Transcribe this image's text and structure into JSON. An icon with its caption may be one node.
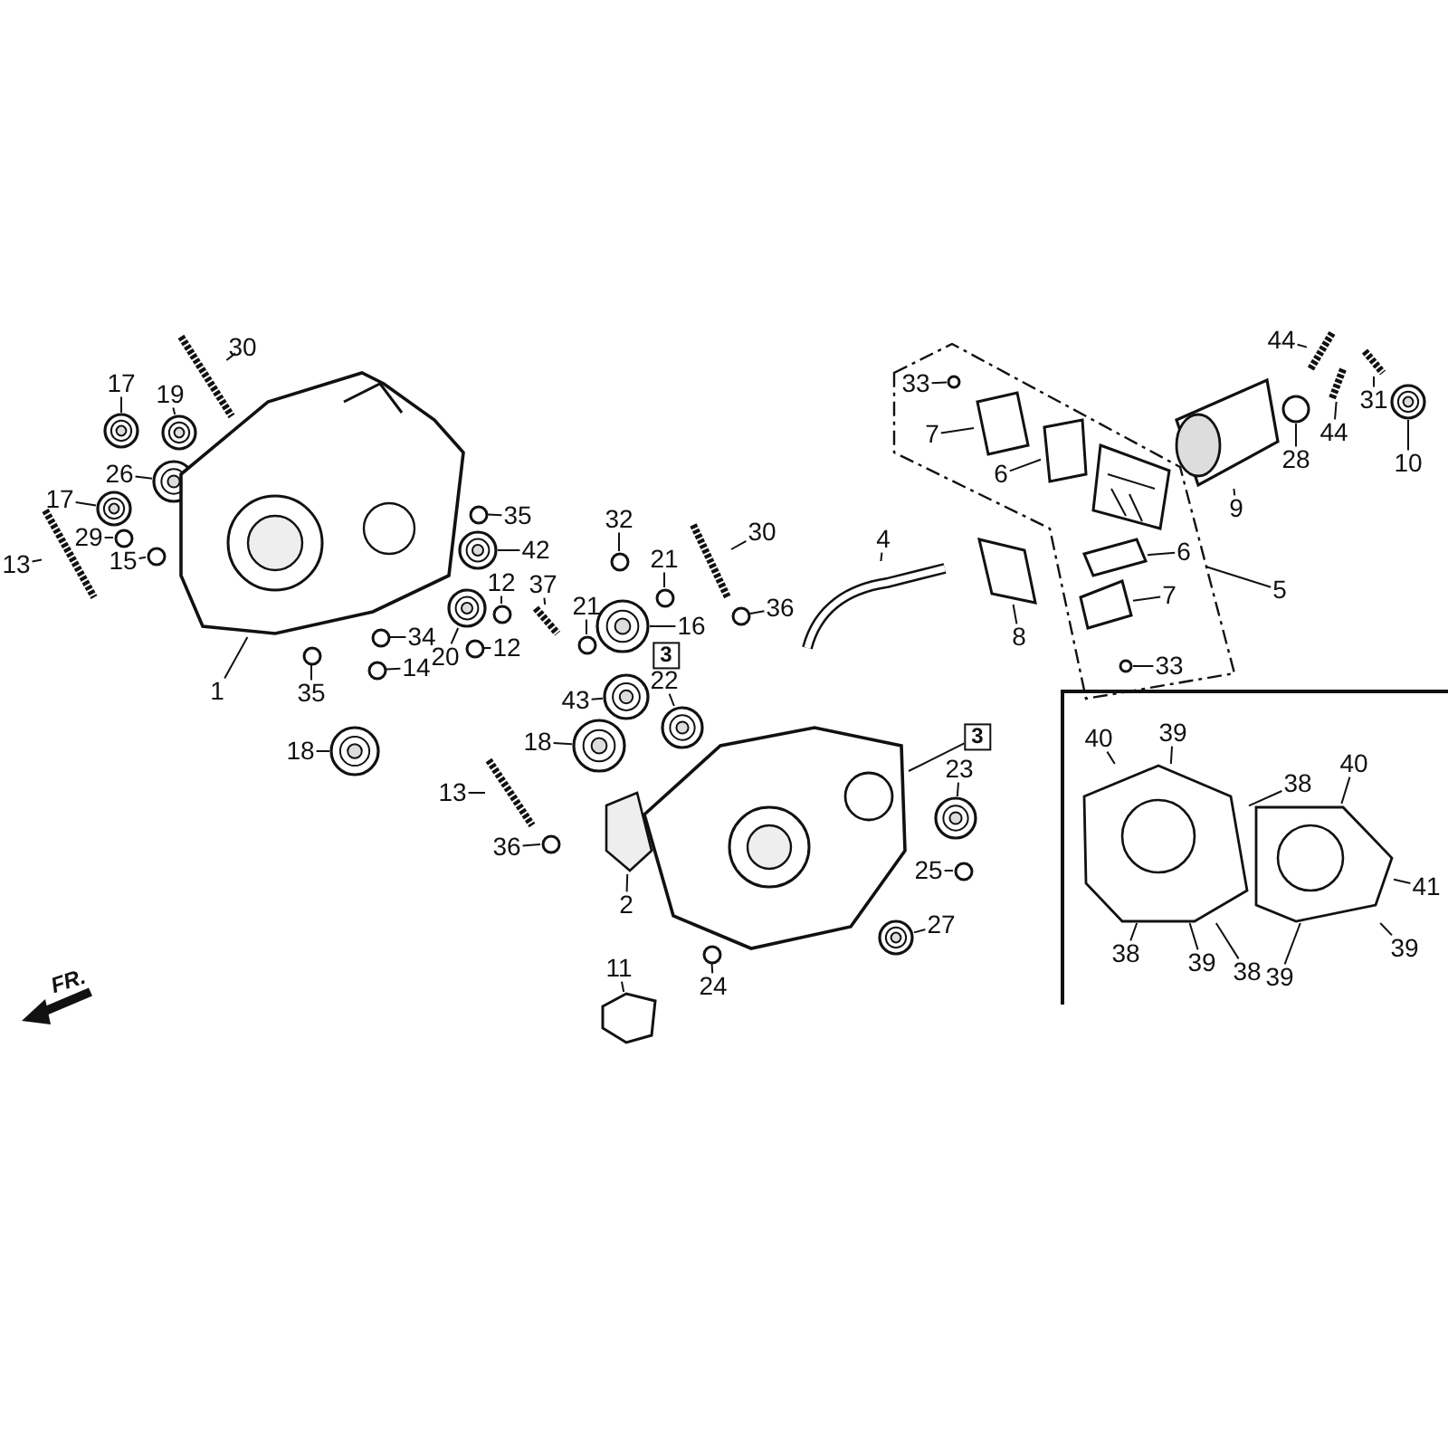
{
  "diagram": {
    "nodes": [
      {
        "text": [
          "30"
        ]
      },
      {
        "text": [
          "17"
        ]
      },
      {
        "text": [
          "19"
        ]
      },
      {
        "text": [
          "26"
        ]
      },
      {
        "text": [
          "17"
        ]
      },
      {
        "text": [
          "29"
        ]
      },
      {
        "text": [
          "15"
        ]
      },
      {
        "text": [
          "13"
        ]
      },
      {
        "text": [
          "35"
        ]
      },
      {
        "text": [
          "42"
        ]
      },
      {
        "text": [
          "12"
        ]
      },
      {
        "text": [
          "37"
        ]
      },
      {
        "text": [
          "34"
        ]
      },
      {
        "text": [
          "12"
        ]
      },
      {
        "text": [
          "20"
        ]
      },
      {
        "text": [
          "14"
        ]
      },
      {
        "text": [
          "35"
        ]
      },
      {
        "text": [
          "1"
        ]
      },
      {
        "text": [
          "18"
        ]
      },
      {
        "text": [
          "32"
        ]
      },
      {
        "text": [
          "21"
        ]
      },
      {
        "text": [
          "30"
        ]
      },
      {
        "text": [
          "4"
        ]
      },
      {
        "text": [
          "21"
        ]
      },
      {
        "text": [
          "36"
        ]
      },
      {
        "text": [
          "16"
        ]
      },
      {
        "text": [
          "3"
        ]
      },
      {
        "text": [
          "22"
        ]
      },
      {
        "text": [
          "43"
        ]
      },
      {
        "text": [
          "18"
        ]
      },
      {
        "text": [
          "3"
        ]
      },
      {
        "text": [
          "13"
        ]
      },
      {
        "text": [
          "36"
        ]
      },
      {
        "text": [
          "23"
        ]
      },
      {
        "text": [
          "2"
        ]
      },
      {
        "text": [
          "25"
        ]
      },
      {
        "text": [
          "27"
        ]
      },
      {
        "text": [
          "11"
        ]
      },
      {
        "text": [
          "24"
        ]
      },
      {
        "text": [],
        "shape": "box"
      },
      {
        "text": [
          "44"
        ]
      },
      {
        "text": [
          "33"
        ],
        "in": 39
      },
      {
        "text": [
          "44"
        ]
      },
      {
        "text": [
          "31"
        ]
      },
      {
        "text": [
          "7"
        ],
        "in": 39
      },
      {
        "text": [
          "28"
        ]
      },
      {
        "text": [
          "10"
        ]
      },
      {
        "text": [
          "6"
        ],
        "in": 39
      },
      {
        "text": [
          "9"
        ]
      },
      {
        "text": [
          "6"
        ],
        "in": 39
      },
      {
        "text": [
          "7"
        ],
        "in": 39
      },
      {
        "text": [
          "5"
        ]
      },
      {
        "text": [
          "8"
        ]
      },
      {
        "text": [
          "33"
        ],
        "in": 39
      },
      {
        "text": [
          "40"
        ]
      },
      {
        "text": [
          "39"
        ]
      },
      {
        "text": [
          "38"
        ]
      },
      {
        "text": [
          "40"
        ]
      },
      {
        "text": [
          "41"
        ]
      },
      {
        "text": [
          "38"
        ]
      },
      {
        "text": [
          "39"
        ]
      },
      {
        "text": [
          "38"
        ]
      },
      {
        "text": [
          "39"
        ]
      },
      {
        "text": [
          "39"
        ]
      },
      {
        "text": [],
        "shape": "bar"
      },
      {
        "text": [],
        "shape": "circle"
      },
      {
        "text": [],
        "shape": "circle"
      },
      {
        "text": [],
        "shape": "circle"
      },
      {
        "text": [],
        "shape": "circle"
      },
      {
        "text": [],
        "shape": "circle"
      },
      {
        "text": [],
        "shape": "circle"
      },
      {
        "text": [],
        "shape": "bar"
      },
      {
        "text": [],
        "shape": "circle"
      },
      {
        "text": [],
        "shape": "circle"
      },
      {
        "text": [],
        "shape": "circle"
      },
      {
        "text": [],
        "shape": "bar"
      },
      {
        "text": [],
        "shape": "circle"
      },
      {
        "text": [],
        "shape": "circle"
      },
      {
        "text": [],
        "shape": "circle"
      },
      {
        "text": [],
        "shape": "circle"
      },
      {
        "text": [],
        "shape": "circle"
      },
      {
        "text": [],
        "shape": "picture"
      },
      {
        "text": [],
        "shape": "circle"
      },
      {
        "text": [],
        "shape": "circle"
      },
      {
        "text": [],
        "shape": "circle"
      },
      {
        "text": [],
        "shape": "bar"
      },
      {
        "text": [],
        "shape": "picture"
      },
      {
        "text": [],
        "shape": "circle"
      },
      {
        "text": [],
        "shape": "circle"
      },
      {
        "text": [],
        "shape": "circle"
      },
      {
        "text": [],
        "shape": "circle"
      },
      {
        "text": [],
        "shape": "circle"
      },
      {
        "text": [],
        "shape": "circle"
      },
      {
        "text": [],
        "shape": "picture"
      },
      {
        "text": [],
        "shape": "bar"
      },
      {
        "text": [],
        "shape": "circle"
      },
      {
        "text": [],
        "shape": "circle"
      },
      {
        "text": [],
        "shape": "picture"
      },
      {
        "text": [],
        "shape": "circle"
      },
      {
        "text": [],
        "shape": "circle"
      },
      {
        "text": [],
        "shape": "box"
      },
      {
        "text": [],
        "shape": "circle"
      },
      {
        "text": [],
        "shape": "bar"
      },
      {
        "text": [],
        "shape": "circle",
        "in": 39
      },
      {
        "text": [],
        "shape": "bar"
      },
      {
        "text": [],
        "shape": "bar"
      },
      {
        "text": [],
        "shape": "box",
        "in": 39
      },
      {
        "text": [],
        "shape": "circle"
      },
      {
        "text": [],
        "shape": "circle"
      },
      {
        "text": [],
        "shape": "box",
        "in": 39
      },
      {
        "text": [],
        "shape": "picture"
      },
      {
        "text": [],
        "shape": "box",
        "in": 39
      },
      {
        "text": [],
        "shape": "box",
        "in": 39
      },
      {
        "text": [],
        "shape": "box"
      },
      {
        "text": [],
        "shape": "circle",
        "in": 39
      },
      {
        "text": [],
        "shape": "picture"
      },
      {
        "text": [],
        "shape": "picture"
      }
    ],
    "edges": [
      {
        "from": 0,
        "to": 64,
        "arrow": "none"
      },
      {
        "from": 1,
        "to": 65,
        "arrow": "none"
      },
      {
        "from": 2,
        "to": 66,
        "arrow": "none"
      },
      {
        "from": 3,
        "to": 67,
        "arrow": "none"
      },
      {
        "from": 4,
        "to": 68,
        "arrow": "none"
      },
      {
        "from": 5,
        "to": 69,
        "arrow": "none"
      },
      {
        "from": 6,
        "to": 70,
        "arrow": "none"
      },
      {
        "from": 7,
        "to": 71,
        "arrow": "none"
      },
      {
        "from": 8,
        "to": 72,
        "arrow": "none"
      },
      {
        "from": 9,
        "to": 73,
        "arrow": "none"
      },
      {
        "from": 10,
        "to": 74,
        "arrow": "none"
      },
      {
        "from": 11,
        "to": 75,
        "arrow": "none"
      },
      {
        "from": 12,
        "to": 76,
        "arrow": "none"
      },
      {
        "from": 13,
        "to": 77,
        "arrow": "none"
      },
      {
        "from": 14,
        "to": 78,
        "arrow": "none"
      },
      {
        "from": 15,
        "to": 79,
        "arrow": "none"
      },
      {
        "from": 16,
        "to": 80,
        "arrow": "none"
      },
      {
        "from": 17,
        "to": 81,
        "arrow": "none"
      },
      {
        "from": 18,
        "to": 82,
        "arrow": "none"
      },
      {
        "from": 19,
        "to": 83,
        "arrow": "none"
      },
      {
        "from": 20,
        "to": 84,
        "arrow": "none"
      },
      {
        "from": 21,
        "to": 85,
        "arrow": "none"
      },
      {
        "from": 22,
        "to": 86,
        "arrow": "none"
      },
      {
        "from": 23,
        "to": 87,
        "arrow": "none"
      },
      {
        "from": 24,
        "to": 88,
        "arrow": "none"
      },
      {
        "from": 25,
        "to": 89,
        "arrow": "none"
      },
      {
        "from": 27,
        "to": 90,
        "arrow": "none"
      },
      {
        "from": 28,
        "to": 91,
        "arrow": "none"
      },
      {
        "from": 29,
        "to": 92,
        "arrow": "none"
      },
      {
        "from": 30,
        "to": 93,
        "arrow": "none"
      },
      {
        "from": 31,
        "to": 94,
        "arrow": "none"
      },
      {
        "from": 32,
        "to": 95,
        "arrow": "none"
      },
      {
        "from": 33,
        "to": 96,
        "arrow": "none"
      },
      {
        "from": 34,
        "to": 97,
        "arrow": "none"
      },
      {
        "from": 35,
        "to": 98,
        "arrow": "none"
      },
      {
        "from": 36,
        "to": 99,
        "arrow": "none"
      },
      {
        "from": 37,
        "to": 100,
        "arrow": "none"
      },
      {
        "from": 38,
        "to": 101,
        "arrow": "none"
      },
      {
        "from": 40,
        "to": 102,
        "arrow": "none"
      },
      {
        "from": 41,
        "to": 103,
        "arrow": "none"
      },
      {
        "from": 42,
        "to": 104,
        "arrow": "none"
      },
      {
        "from": 43,
        "to": 105,
        "arrow": "none"
      },
      {
        "from": 44,
        "to": 106,
        "arrow": "none"
      },
      {
        "from": 45,
        "to": 107,
        "arrow": "none"
      },
      {
        "from": 46,
        "to": 108,
        "arrow": "none"
      },
      {
        "from": 47,
        "to": 109,
        "arrow": "none"
      },
      {
        "from": 48,
        "to": 110,
        "arrow": "none"
      },
      {
        "from": 49,
        "to": 111,
        "arrow": "none"
      },
      {
        "from": 50,
        "to": 112,
        "arrow": "none"
      },
      {
        "from": 51,
        "to": 39,
        "arrow": "none"
      },
      {
        "from": 52,
        "to": 113,
        "arrow": "none"
      },
      {
        "from": 53,
        "to": 114,
        "arrow": "none"
      },
      {
        "from": 54,
        "to": 115,
        "arrow": "none"
      },
      {
        "from": 55,
        "to": 115,
        "arrow": "none"
      },
      {
        "from": 56,
        "to": 115,
        "arrow": "none"
      },
      {
        "from": 57,
        "to": 116,
        "arrow": "none"
      },
      {
        "from": 58,
        "to": 116,
        "arrow": "none"
      },
      {
        "from": 59,
        "to": 115,
        "arrow": "none"
      },
      {
        "from": 60,
        "to": 115,
        "arrow": "none"
      },
      {
        "from": 61,
        "to": 115,
        "arrow": "none"
      },
      {
        "from": 62,
        "to": 116,
        "arrow": "none"
      },
      {
        "from": 63,
        "to": 116,
        "arrow": "none"
      }
    ],
    "labels": [
      "FR."
    ]
  }
}
